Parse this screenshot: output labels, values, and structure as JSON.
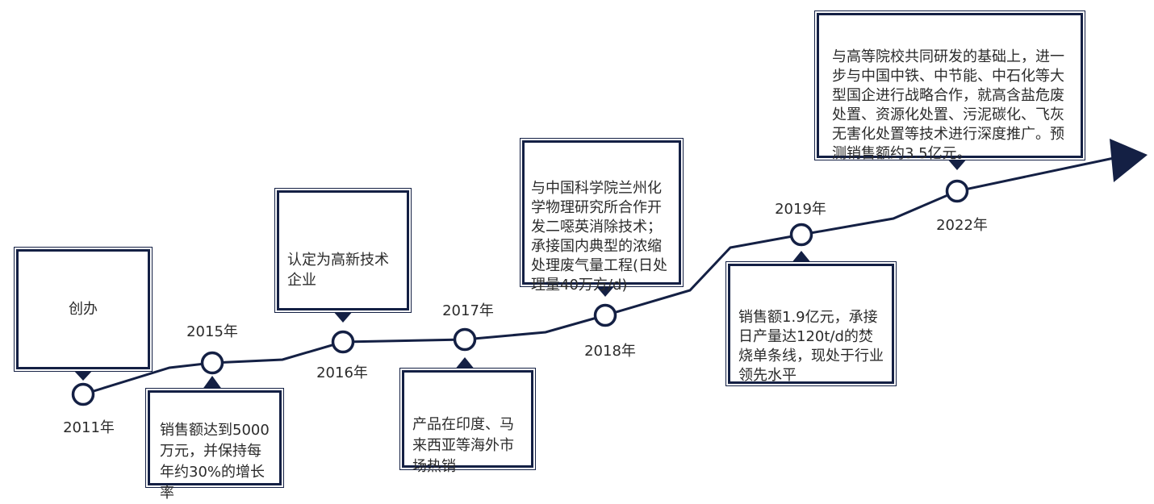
{
  "colors": {
    "line": "#142044",
    "box_border": "#142044",
    "text": "#2b2b2b",
    "node_fill": "#ffffff"
  },
  "timeline": {
    "milestones": [
      {
        "year": "2011年",
        "text": "创办"
      },
      {
        "year": "2015年",
        "text": "销售额达到5000万元，并保持每年约30%的增长率"
      },
      {
        "year": "2016年",
        "text": "认定为高新技术企业"
      },
      {
        "year": "2017年",
        "text": "产品在印度、马来西亚等海外市场热销"
      },
      {
        "year": "2018年",
        "text": "与中国科学院兰州化学物理研究所合作开发二噁英消除技术；承接国内典型的浓缩处理废气量工程(日处理量40万方/d)"
      },
      {
        "year": "2019年",
        "text": "销售额1.9亿元，承接日产量达120t/d的焚烧单条线，现处于行业领先水平"
      },
      {
        "year": "2022年",
        "text": "与高等院校共同研发的基础上，进一步与中国中铁、中节能、中石化等大型国企进行战略合作，就高含盐危废处置、资源化处置、污泥碳化、飞灰无害化处置等技术进行深度推广。预测销售额约3.5亿元。"
      }
    ]
  }
}
